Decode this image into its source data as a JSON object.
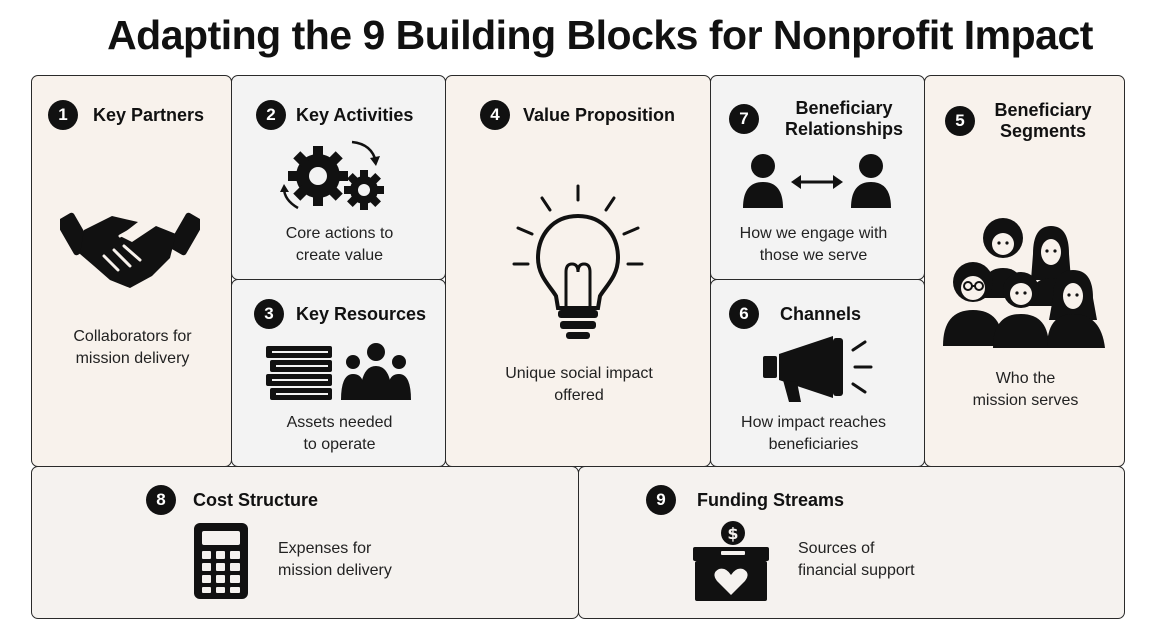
{
  "title": "Adapting the 9 Building Blocks for Nonprofit Impact",
  "blocks": {
    "key_partners": {
      "number": "1",
      "label": "Key Partners",
      "desc_line1": "Collaborators for",
      "desc_line2": "mission delivery",
      "icon": "handshake-icon"
    },
    "key_activities": {
      "number": "2",
      "label": "Key Activities",
      "desc_line1": "Core actions to",
      "desc_line2": "create value",
      "icon": "gears-icon"
    },
    "key_resources": {
      "number": "3",
      "label": "Key Resources",
      "desc_line1": "Assets needed",
      "desc_line2": "to operate",
      "icon": "books-people-icon"
    },
    "value_proposition": {
      "number": "4",
      "label": "Value Proposition",
      "desc_line1": "Unique social impact",
      "desc_line2": "offered",
      "icon": "lightbulb-icon"
    },
    "beneficiary_segments": {
      "number": "5",
      "label_line1": "Beneficiary",
      "label_line2": "Segments",
      "desc_line1": "Who the",
      "desc_line2": "mission serves",
      "icon": "people-group-icon"
    },
    "channels": {
      "number": "6",
      "label": "Channels",
      "desc_line1": "How impact reaches",
      "desc_line2": "beneficiaries",
      "icon": "megaphone-icon"
    },
    "beneficiary_relationships": {
      "number": "7",
      "label_line1": "Beneficiary",
      "label_line2": "Relationships",
      "desc_line1": "How we engage with",
      "desc_line2": "those we serve",
      "icon": "two-people-arrow-icon"
    },
    "cost_structure": {
      "number": "8",
      "label": "Cost Structure",
      "desc_line1": "Expenses for",
      "desc_line2": "mission delivery",
      "icon": "calculator-icon"
    },
    "funding_streams": {
      "number": "9",
      "label": "Funding Streams",
      "desc_line1": "Sources of",
      "desc_line2": "financial support",
      "icon": "donation-box-icon"
    }
  },
  "colors": {
    "ink": "#111111",
    "border": "#2a2a2a",
    "warm_bg": "#f8f2ec",
    "cool_bg": "#f3f3f3"
  }
}
